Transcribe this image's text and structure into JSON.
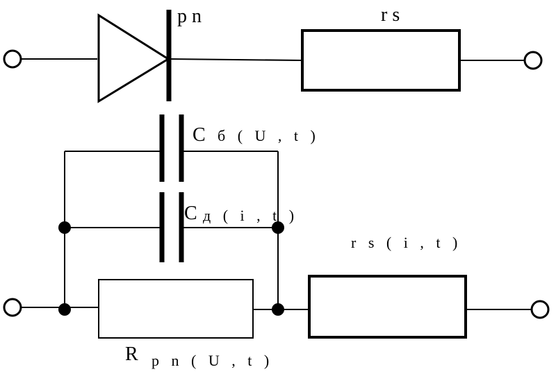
{
  "labels": {
    "pn": "p n",
    "rs_top": "r s",
    "cb_main": "С",
    "cb_sub": "б ( U , t )",
    "cd_main": "С",
    "cd_sub": "д ( i , t )",
    "rs_bottom": "r s ( i , t )",
    "rpn_main": "R",
    "rpn_sub": "p n ( U , t )"
  },
  "colors": {
    "line": "#000000",
    "background": "#ffffff"
  }
}
